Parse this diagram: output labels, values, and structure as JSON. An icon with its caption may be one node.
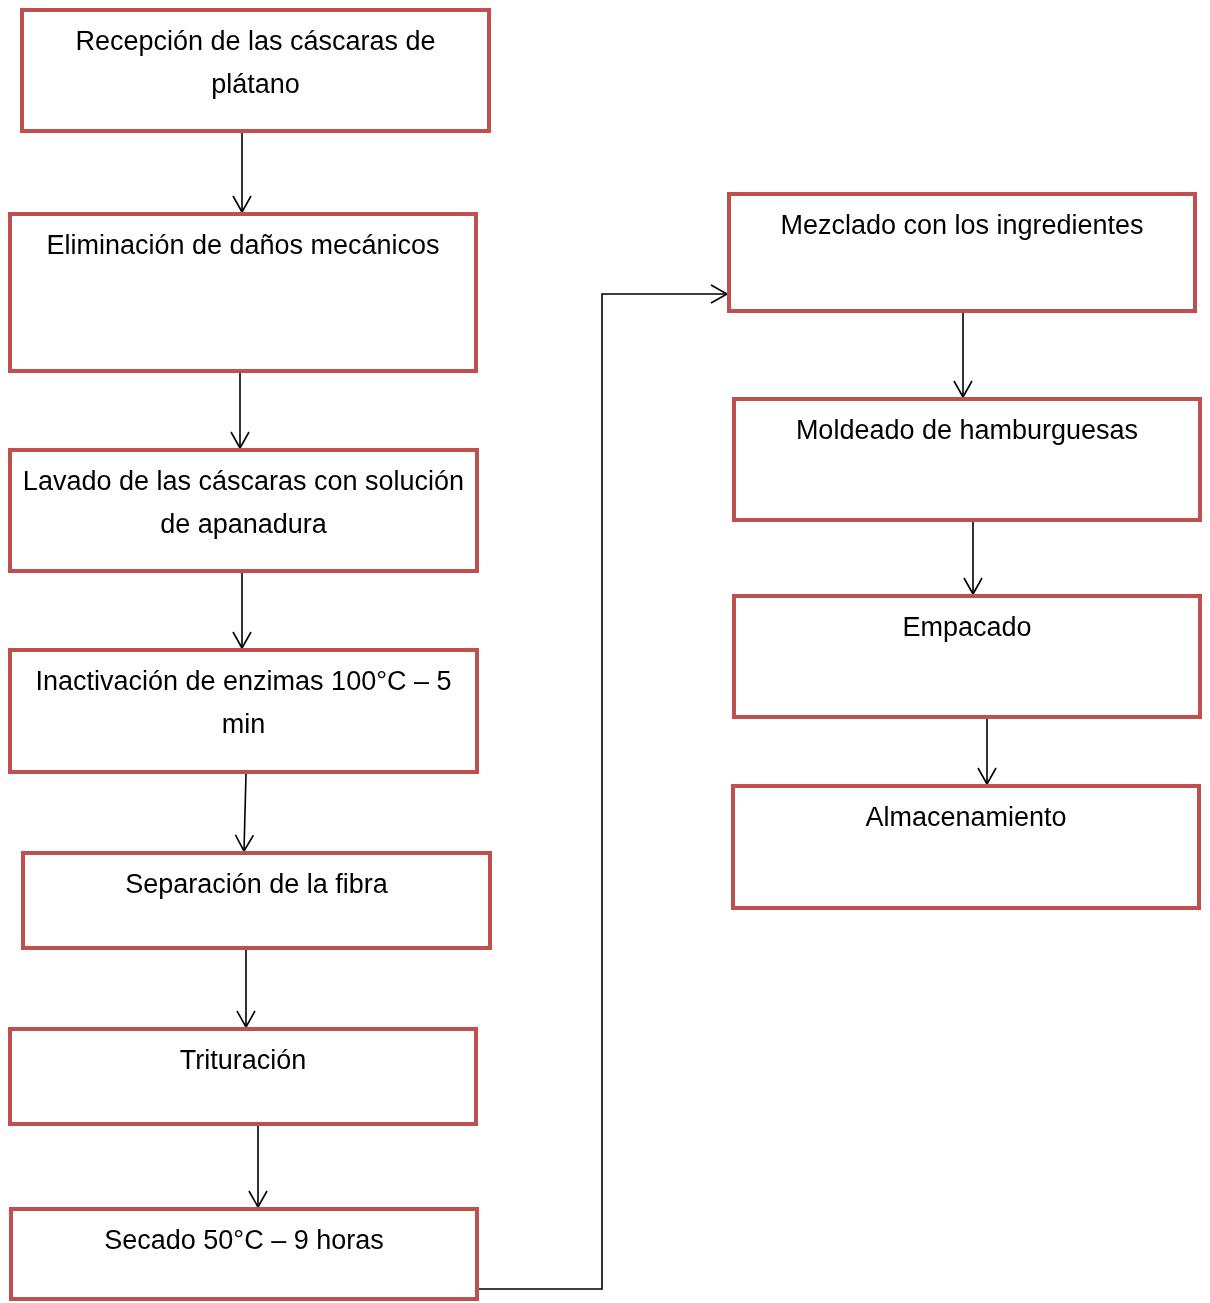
{
  "diagram": {
    "nodes": [
      {
        "text": [
          "Recepción de las cáscaras de plátano"
        ]
      },
      {
        "text": [
          "Eliminación de daños mecánicos"
        ]
      },
      {
        "text": [
          "Lavado de las cáscaras con solución de apanadura"
        ]
      },
      {
        "text": [
          "Inactivación de enzimas 100°C – 5 min"
        ]
      },
      {
        "text": [
          "Separación de la fibra"
        ]
      },
      {
        "text": [
          "Trituración"
        ]
      },
      {
        "text": [
          "Secado 50°C – 9 horas"
        ]
      },
      {
        "text": [
          "Mezclado con los ingredientes"
        ]
      },
      {
        "text": [
          "Moldeado de hamburguesas"
        ]
      },
      {
        "text": [
          "Empacado"
        ]
      },
      {
        "text": [
          "Almacenamiento"
        ]
      }
    ],
    "edges": [
      {
        "from": 0,
        "to": 1,
        "arrow": "to"
      },
      {
        "from": 1,
        "to": 2,
        "arrow": "to"
      },
      {
        "from": 2,
        "to": 3,
        "arrow": "to"
      },
      {
        "from": 3,
        "to": 4,
        "arrow": "to"
      },
      {
        "from": 4,
        "to": 5,
        "arrow": "to"
      },
      {
        "from": 5,
        "to": 6,
        "arrow": "to"
      },
      {
        "from": 6,
        "to": 7,
        "arrow": "to"
      },
      {
        "from": 7,
        "to": 8,
        "arrow": "to"
      },
      {
        "from": 8,
        "to": 9,
        "arrow": "to"
      },
      {
        "from": 9,
        "to": 10,
        "arrow": "to"
      }
    ]
  }
}
